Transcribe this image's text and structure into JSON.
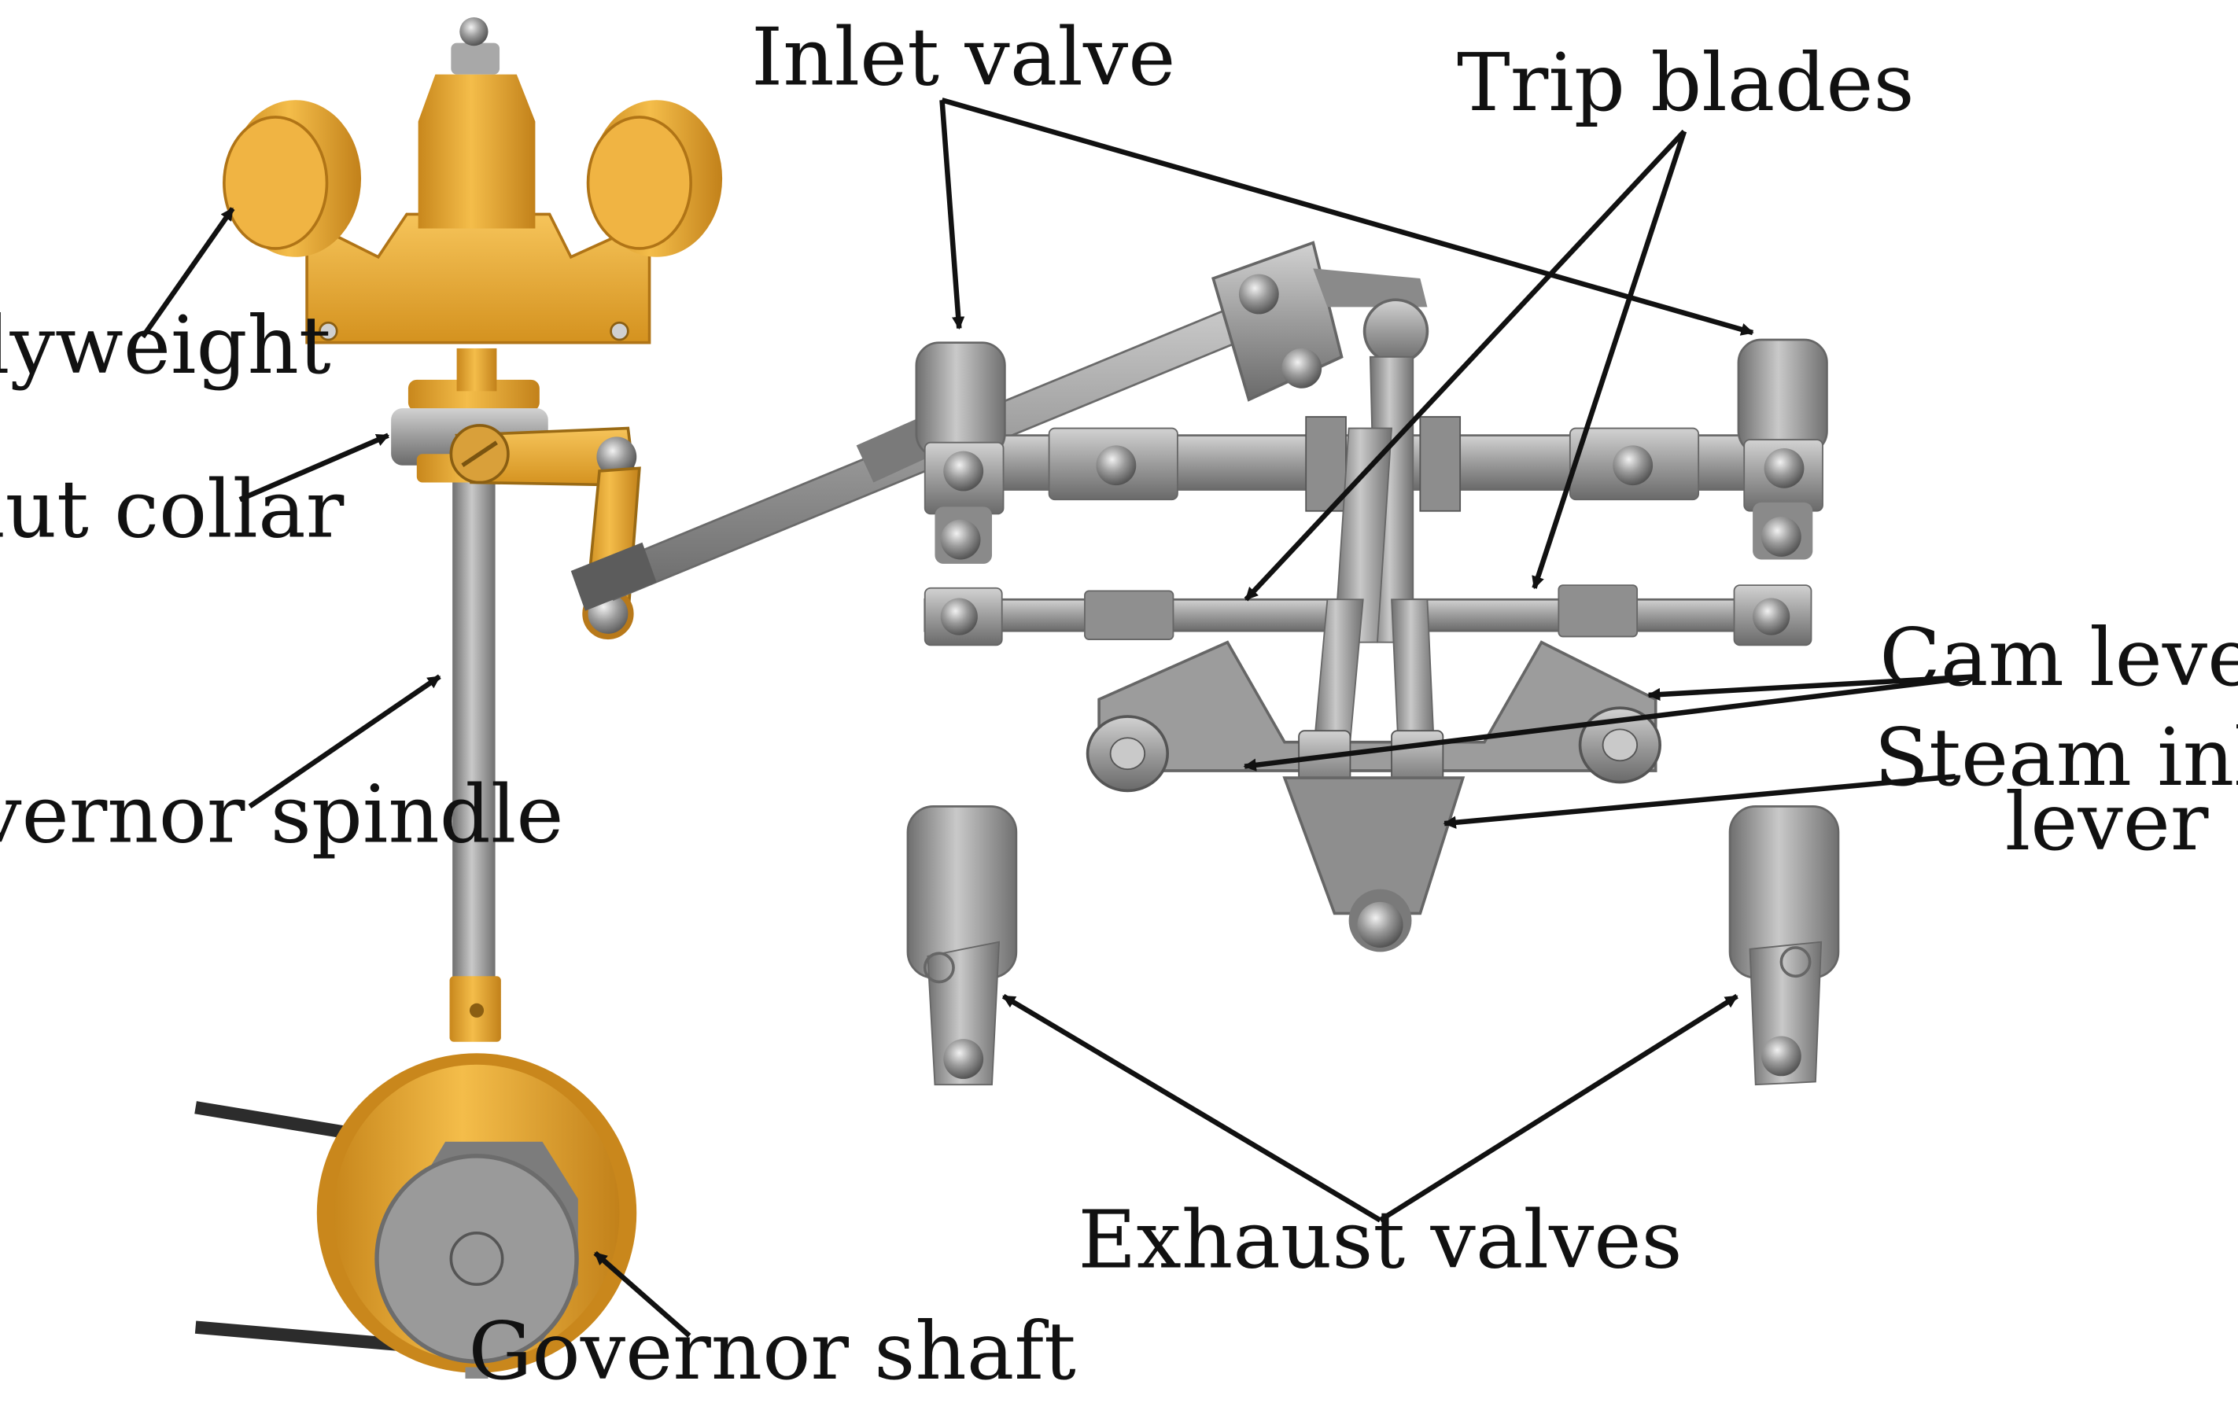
{
  "colors": {
    "gold": "#e8a832",
    "gold_dark": "#b8791a",
    "gold_light": "#f6c45a",
    "steel": "#9a9a9a",
    "steel_dark": "#5f5f5f",
    "steel_light": "#cfcfcf",
    "belt": "#2e2e2e",
    "ink": "#111111"
  },
  "labels": {
    "inlet_valve": "Inlet valve",
    "trip_blades": "Trip blades",
    "flyweight": "Flyweight",
    "glut_collar": "Glut collar",
    "cam_levers": "Cam levers",
    "steam_inlet_lever_1": "Steam inlet",
    "steam_inlet_lever_2": "lever",
    "governor_spindle": "Governor spindle",
    "exhaust_valves": "Exhaust valves",
    "governor_shaft": "Governor shaft"
  }
}
